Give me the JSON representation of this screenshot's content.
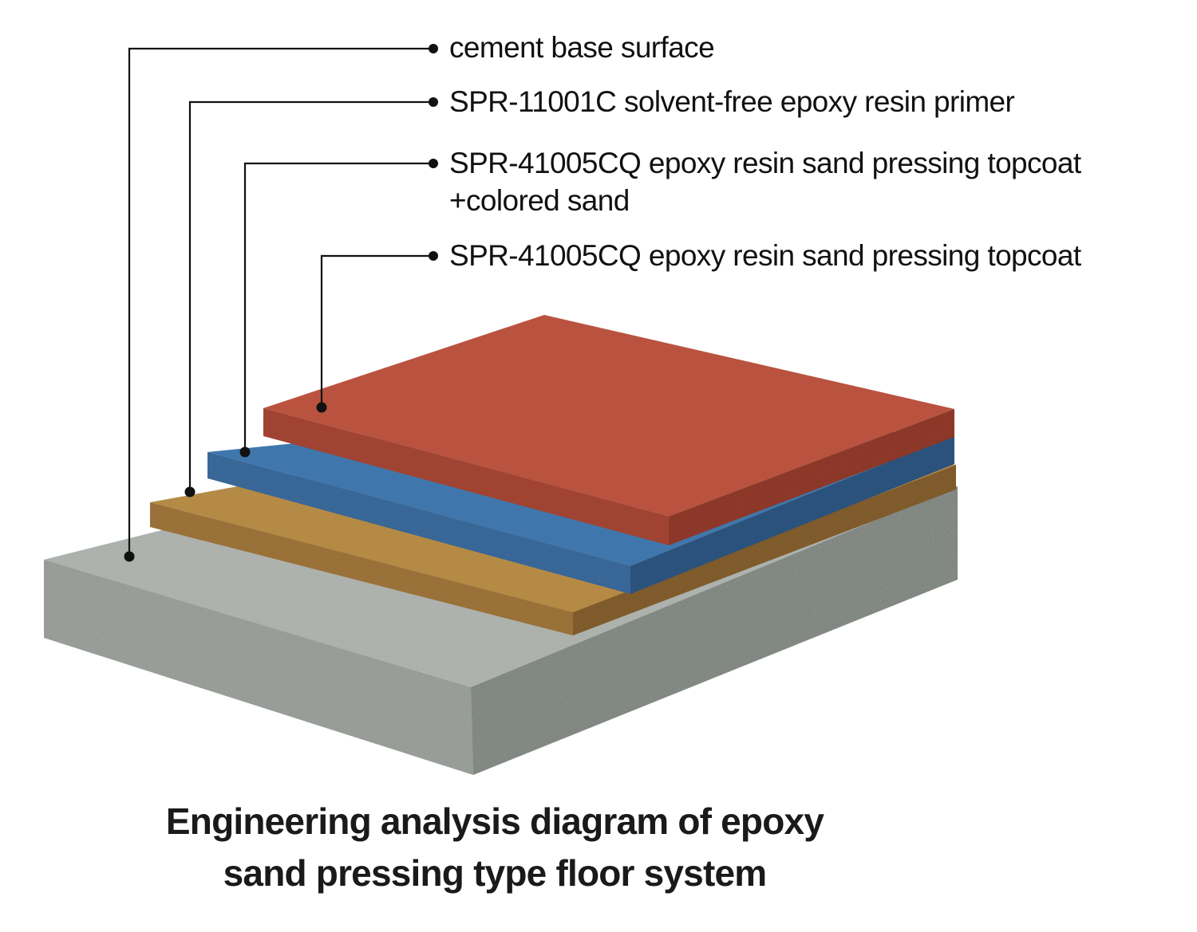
{
  "diagram": {
    "title_line1": "Engineering analysis diagram of epoxy",
    "title_line2": "sand pressing type floor system",
    "layers": [
      {
        "label": "cement base surface",
        "color": "#8c948e"
      },
      {
        "label": "SPR-11001C solvent-free epoxy resin primer",
        "color": "#b58a45"
      },
      {
        "label_line1": "SPR-41005CQ epoxy resin sand pressing topcoat",
        "label_line2": "+colored sand",
        "color": "#3f77ad"
      },
      {
        "label": "SPR-41005CQ epoxy resin sand pressing topcoat",
        "color": "#b9533f"
      }
    ]
  }
}
